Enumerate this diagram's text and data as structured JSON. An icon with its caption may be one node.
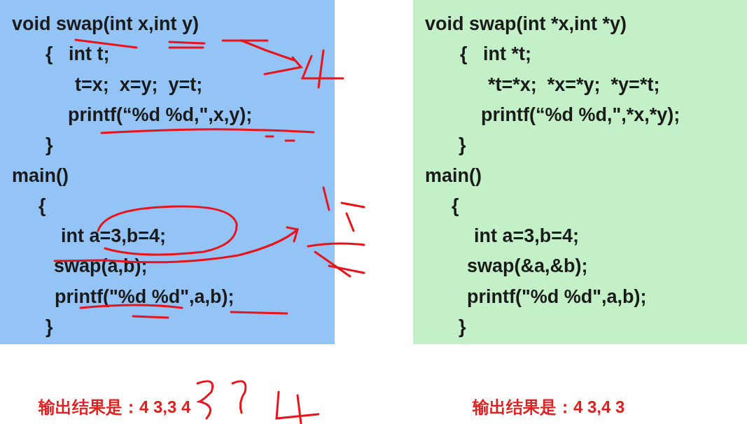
{
  "diagram": {
    "nodes": [
      {
        "text": [
          "void swap(int x,int y)",
          "{   int t;",
          "t=x;  x=y;  y=t;",
          "printf(“%d %d,\",x,y);",
          "}",
          "main()",
          "{",
          "int a=3,b=4;",
          "swap(a,b);",
          "printf(\"%d %d\",a,b);",
          "}"
        ]
      },
      {
        "text": [
          "void swap(int *x,int *y)",
          "{   int *t;",
          "*t=*x;  *x=*y;  *y=*t;",
          "printf(“%d %d,\",*x,*y);",
          "}",
          "main()",
          "{",
          "int a=3,b=4;",
          "swap(&a,&b);",
          "printf(\"%d %d\",a,b);",
          "}"
        ]
      }
    ],
    "labels": [
      "输出结果是：4 3,3 4",
      "输出结果是：4 3,4 3"
    ]
  }
}
